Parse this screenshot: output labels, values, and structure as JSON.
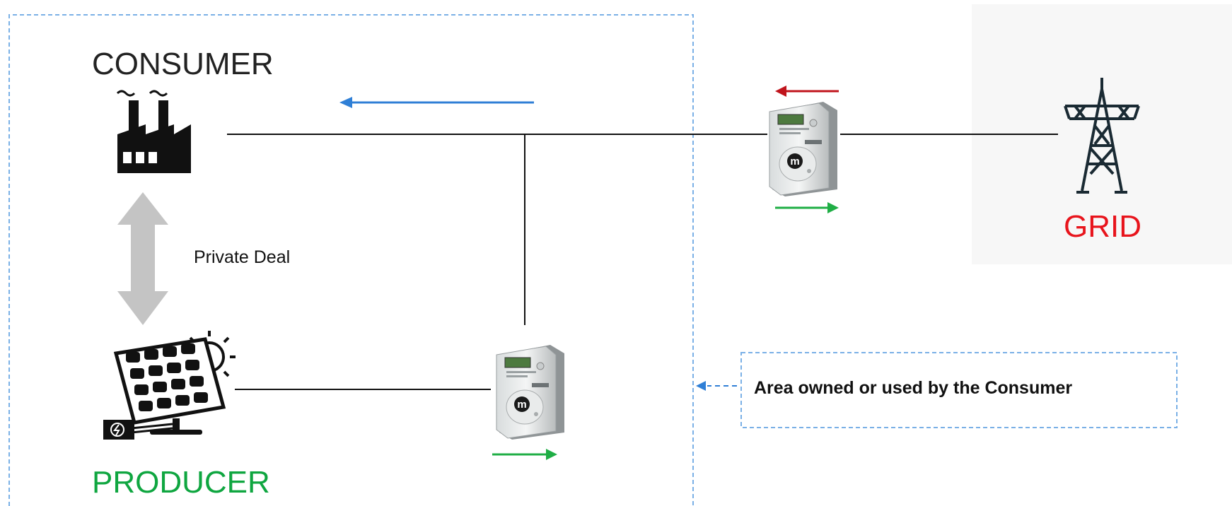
{
  "labels": {
    "consumer": "CONSUMER",
    "producer": "PRODUCER",
    "grid": "GRID",
    "private_deal": "Private Deal",
    "area_note": "Area owned or used by the Consumer"
  },
  "colors": {
    "consumer_text": "#222222",
    "producer_text": "#0fa640",
    "grid_text": "#e8141c",
    "flow_to_consumer": "#2f7fd6",
    "import_arrow": "#c0141c",
    "export_arrow": "#1fae45",
    "area_border": "#7ab0e6",
    "deal_arrow": "#c4c4c4"
  },
  "icons": {
    "consumer": "factory-icon",
    "producer": "solar-panel-icon",
    "grid": "transmission-tower-icon",
    "meters": [
      "electricity-meter-icon",
      "electricity-meter-icon"
    ]
  }
}
